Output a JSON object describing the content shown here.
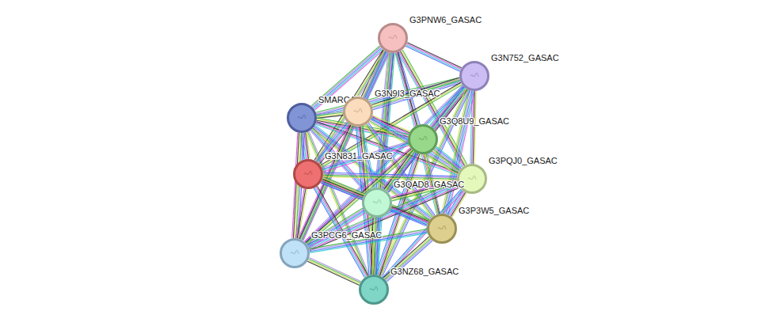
{
  "diagram": {
    "nodes": [
      {
        "text": [
          "G3PNW6_GASAC"
        ]
      },
      {
        "text": [
          "G3N752_GASAC"
        ]
      },
      {
        "text": [
          "SMARCA5"
        ]
      },
      {
        "text": [
          "G3N9I3_GASAC"
        ]
      },
      {
        "text": [
          "G3Q8U9_GASAC"
        ]
      },
      {
        "text": [
          "G3N831_GASAC"
        ]
      },
      {
        "text": [
          "G3PQJ0_GASAC"
        ]
      },
      {
        "text": [
          "G3QAD8_GASAC"
        ]
      },
      {
        "text": [
          "G3P3W5_GASAC"
        ]
      },
      {
        "text": [
          "G3PCG6_GASAC"
        ]
      },
      {
        "text": [
          "G3NZ68_GASAC"
        ]
      }
    ],
    "edges": [
      {
        "from": 0,
        "to": 1,
        "arrow": "none"
      },
      {
        "from": 0,
        "to": 2,
        "arrow": "none"
      },
      {
        "from": 0,
        "to": 3,
        "arrow": "none"
      },
      {
        "from": 0,
        "to": 4,
        "arrow": "none"
      },
      {
        "from": 0,
        "to": 5,
        "arrow": "none"
      },
      {
        "from": 0,
        "to": 6,
        "arrow": "none"
      },
      {
        "from": 0,
        "to": 7,
        "arrow": "none"
      },
      {
        "from": 0,
        "to": 8,
        "arrow": "none"
      },
      {
        "from": 0,
        "to": 9,
        "arrow": "none"
      },
      {
        "from": 0,
        "to": 10,
        "arrow": "none"
      },
      {
        "from": 1,
        "to": 2,
        "arrow": "none"
      },
      {
        "from": 1,
        "to": 3,
        "arrow": "none"
      },
      {
        "from": 1,
        "to": 4,
        "arrow": "none"
      },
      {
        "from": 1,
        "to": 5,
        "arrow": "none"
      },
      {
        "from": 1,
        "to": 6,
        "arrow": "none"
      },
      {
        "from": 1,
        "to": 7,
        "arrow": "none"
      },
      {
        "from": 1,
        "to": 8,
        "arrow": "none"
      },
      {
        "from": 1,
        "to": 9,
        "arrow": "none"
      },
      {
        "from": 1,
        "to": 10,
        "arrow": "none"
      },
      {
        "from": 2,
        "to": 3,
        "arrow": "none"
      },
      {
        "from": 2,
        "to": 4,
        "arrow": "none"
      },
      {
        "from": 2,
        "to": 5,
        "arrow": "none"
      },
      {
        "from": 2,
        "to": 6,
        "arrow": "none"
      },
      {
        "from": 2,
        "to": 7,
        "arrow": "none"
      },
      {
        "from": 2,
        "to": 8,
        "arrow": "none"
      },
      {
        "from": 2,
        "to": 9,
        "arrow": "none"
      },
      {
        "from": 2,
        "to": 10,
        "arrow": "none"
      },
      {
        "from": 3,
        "to": 4,
        "arrow": "none"
      },
      {
        "from": 3,
        "to": 5,
        "arrow": "none"
      },
      {
        "from": 3,
        "to": 6,
        "arrow": "none"
      },
      {
        "from": 3,
        "to": 7,
        "arrow": "none"
      },
      {
        "from": 3,
        "to": 8,
        "arrow": "none"
      },
      {
        "from": 3,
        "to": 9,
        "arrow": "none"
      },
      {
        "from": 3,
        "to": 10,
        "arrow": "none"
      },
      {
        "from": 4,
        "to": 5,
        "arrow": "none"
      },
      {
        "from": 4,
        "to": 6,
        "arrow": "none"
      },
      {
        "from": 4,
        "to": 7,
        "arrow": "none"
      },
      {
        "from": 4,
        "to": 8,
        "arrow": "none"
      },
      {
        "from": 4,
        "to": 9,
        "arrow": "none"
      },
      {
        "from": 4,
        "to": 10,
        "arrow": "none"
      },
      {
        "from": 5,
        "to": 6,
        "arrow": "none"
      },
      {
        "from": 5,
        "to": 7,
        "arrow": "none"
      },
      {
        "from": 5,
        "to": 8,
        "arrow": "none"
      },
      {
        "from": 5,
        "to": 9,
        "arrow": "none"
      },
      {
        "from": 5,
        "to": 10,
        "arrow": "none"
      },
      {
        "from": 6,
        "to": 7,
        "arrow": "none"
      },
      {
        "from": 6,
        "to": 8,
        "arrow": "none"
      },
      {
        "from": 6,
        "to": 9,
        "arrow": "none"
      },
      {
        "from": 6,
        "to": 10,
        "arrow": "none"
      },
      {
        "from": 7,
        "to": 8,
        "arrow": "none"
      },
      {
        "from": 7,
        "to": 9,
        "arrow": "none"
      },
      {
        "from": 7,
        "to": 10,
        "arrow": "none"
      },
      {
        "from": 8,
        "to": 9,
        "arrow": "none"
      },
      {
        "from": 8,
        "to": 10,
        "arrow": "none"
      },
      {
        "from": 9,
        "to": 10,
        "arrow": "none"
      }
    ]
  }
}
